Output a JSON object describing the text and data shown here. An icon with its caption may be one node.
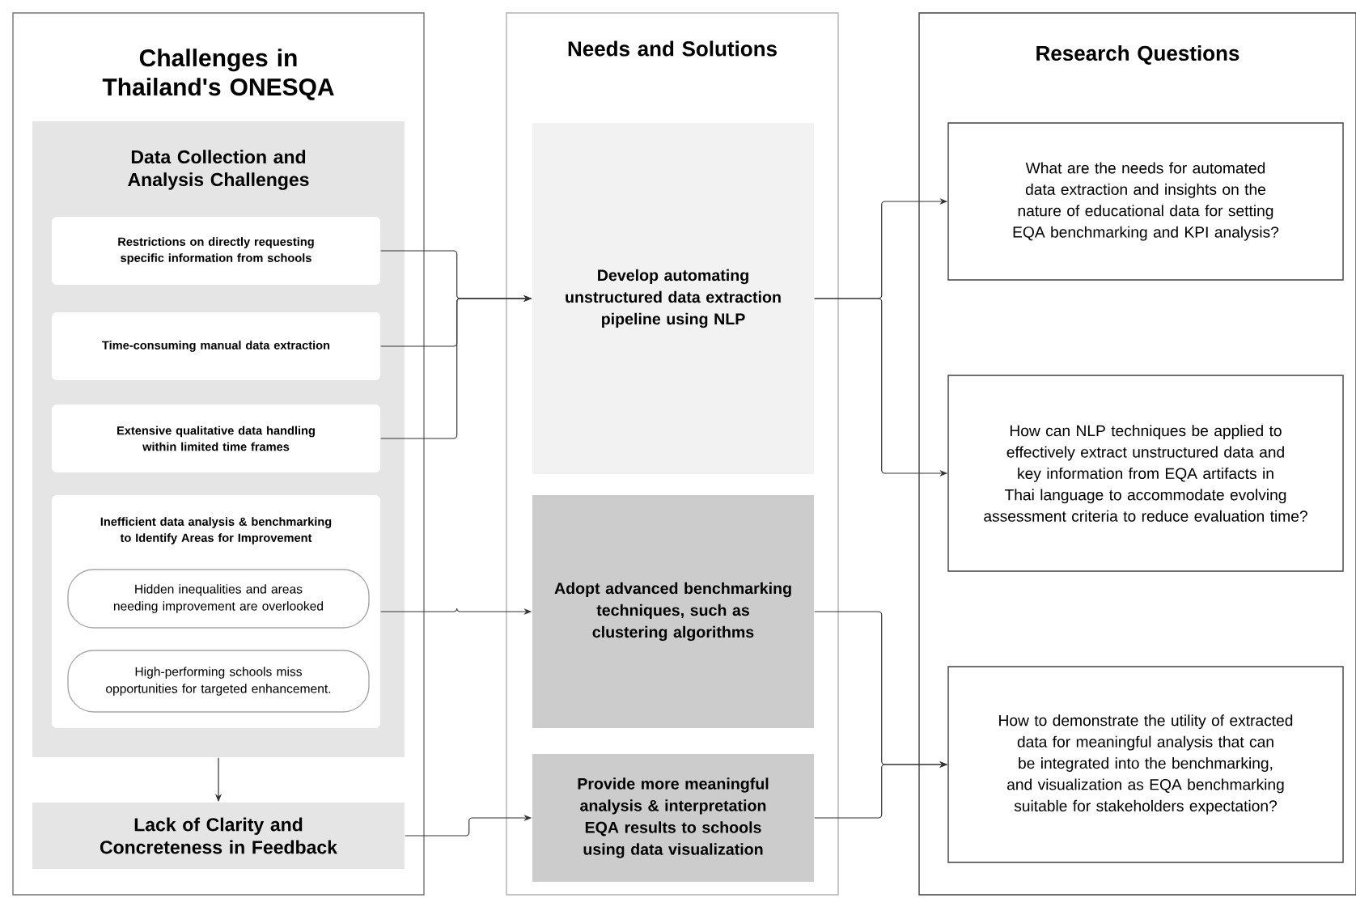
{
  "diagram": {
    "nodes": [
      {
        "text": [
          "Challenges in Thailand's ONESQA"
        ]
      },
      {
        "text": [
          "Data Collection and Analysis Challenges"
        ],
        "in": 0
      },
      {
        "text": [
          "Restrictions on directly requesting specific information from schools"
        ],
        "in": 1
      },
      {
        "text": [
          "Time-consuming manual data extraction"
        ],
        "in": 1
      },
      {
        "text": [
          "Extensive qualitative data handling within limited time frames"
        ],
        "in": 1
      },
      {
        "text": [
          "Inefficient data analysis & benchmarking to Identify Areas for Improvement"
        ],
        "in": 1
      },
      {
        "text": [
          "Hidden inequalities and areas needing improvement are overlooked"
        ],
        "in": 5
      },
      {
        "text": [
          "High-performing schools miss opportunities for targeted enhancement."
        ],
        "in": 5
      },
      {
        "text": [
          "Lack of Clarity and Concreteness in Feedback"
        ],
        "in": 0
      },
      {
        "text": [
          "Needs and Solutions"
        ]
      },
      {
        "text": [
          "Develop automating unstructured data extraction pipeline using NLP"
        ],
        "in": 9
      },
      {
        "text": [
          "Adopt advanced benchmarking techniques, such as clustering algorithms"
        ],
        "in": 9
      },
      {
        "text": [
          "Provide more meaningful analysis & interpretation EQA results to schools using data visualization"
        ],
        "in": 9
      },
      {
        "text": [
          "Research Questions"
        ]
      },
      {
        "text": [
          "What are the needs for automated data extraction and insights on the nature of educational data for setting EQA benchmarking and KPI analysis?"
        ],
        "in": 13
      },
      {
        "text": [
          "How can NLP techniques be applied to effectively extract unstructured data and key information from EQA artifacts in Thai language to accommodate evolving assessment criteria to reduce evaluation time?"
        ],
        "in": 13
      },
      {
        "text": [
          "How to demonstrate the utility of extracted data for meaningful analysis that can be integrated into the benchmarking, and visualization as EQA benchmarking suitable for stakeholders expectation?"
        ],
        "in": 13
      }
    ],
    "edges": [
      {
        "from": 2,
        "to": 10,
        "arrow": "to"
      },
      {
        "from": 3,
        "to": 10,
        "arrow": "to"
      },
      {
        "from": 4,
        "to": 10,
        "arrow": "to"
      },
      {
        "from": 5,
        "to": 11,
        "arrow": "to"
      },
      {
        "from": 1,
        "to": 8,
        "arrow": "to"
      },
      {
        "from": 8,
        "to": 12,
        "arrow": "to"
      },
      {
        "from": 10,
        "to": 14,
        "arrow": "to"
      },
      {
        "from": 10,
        "to": 15,
        "arrow": "to"
      },
      {
        "from": 11,
        "to": 16,
        "arrow": "to"
      },
      {
        "from": 12,
        "to": 16,
        "arrow": "to"
      }
    ]
  }
}
